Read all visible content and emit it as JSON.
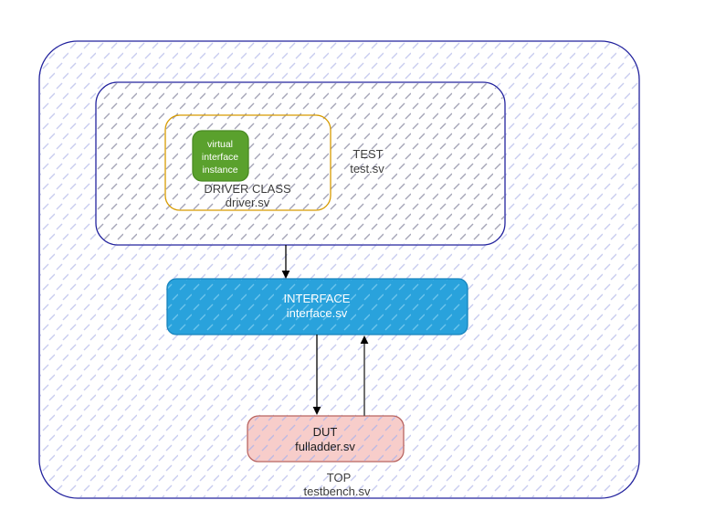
{
  "diagram": {
    "title_hint": "UVM-style testbench structure diagram",
    "colors": {
      "container_stroke": "#23239e",
      "hatch_outer": "#c9cdef",
      "hatch_test": "#a6a6b8",
      "hatch_blue": "#6cc4ec",
      "hatch_pink": "#beb9e2",
      "driver_stroke": "#d79b00",
      "green_fill": "#5aa12d",
      "green_stroke": "#4a8a24",
      "blue_fill": "#29a2dc",
      "blue_stroke": "#1884bd",
      "pink_fill": "#f7cdca",
      "pink_stroke": "#b86562",
      "arrow_black": "#000000",
      "arrow_gray": "#5f5f5f"
    },
    "nodes": {
      "top": {
        "title": "TOP",
        "subtitle": "testbench.sv"
      },
      "test": {
        "title": "TEST",
        "subtitle": "test.sv"
      },
      "driver": {
        "title": "DRIVER CLASS",
        "subtitle": "driver.sv"
      },
      "virtual_interface": {
        "line1": "virtual",
        "line2": "interface",
        "line3": "instance"
      },
      "interface": {
        "title": "INTERFACE",
        "subtitle": "interface.sv"
      },
      "dut": {
        "title": "DUT",
        "subtitle": "fulladder.sv"
      }
    }
  }
}
